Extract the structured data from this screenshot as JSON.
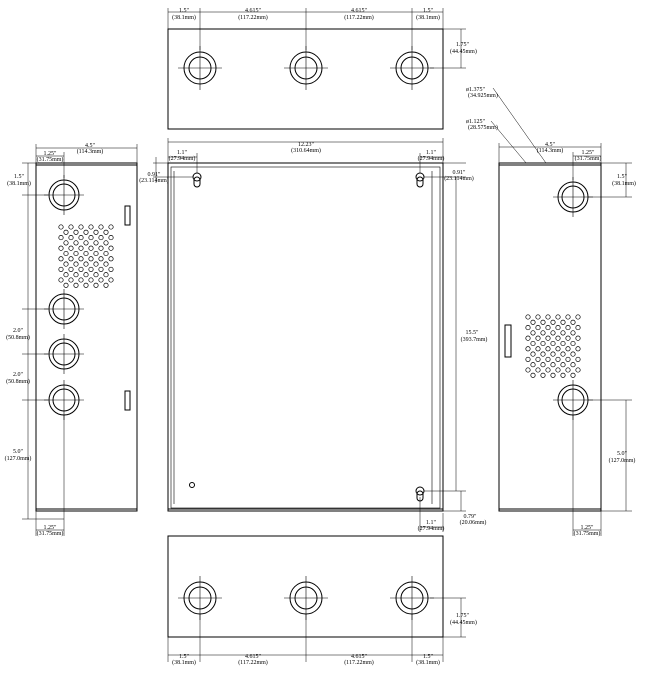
{
  "dimensions": {
    "top_1_5_a": "1.5\"",
    "top_1_5_a_mm": "(38.1mm)",
    "top_4615_a": "4.615\"",
    "top_4615_a_mm": "(117.22mm)",
    "top_4615_b": "4.615\"",
    "top_4615_b_mm": "(117.22mm)",
    "top_1_5_b": "1.5\"",
    "top_1_5_b_mm": "(38.1mm)",
    "top_175": "1.75\"",
    "top_175_mm": "(44.45mm)",
    "ko_large": "1.375\"",
    "ko_large_mm": "(34.925mm)",
    "ko_small": "1.125\"",
    "ko_small_mm": "(28.575mm)",
    "left_width": "4.5\"",
    "left_width_mm": "(114.3mm)",
    "left_125_top": "1.25\"",
    "left_125_top_mm": "(31.75mm)",
    "left_15": "1.5\"",
    "left_15_mm": "(38.1mm)",
    "left_20_a": "2.0\"",
    "left_20_a_mm": "(50.8mm)",
    "left_20_b": "2.0\"",
    "left_20_b_mm": "(50.8mm)",
    "left_50": "5.0\"",
    "left_50_mm": "(127.0mm)",
    "left_125_bot": "1.25\"",
    "left_125_bot_mm": "(31.75mm)",
    "front_width": "12.23\"",
    "front_width_mm": "(310.64mm)",
    "front_11_left": "1.1\"",
    "front_11_left_mm": "(27.94mm)",
    "front_11_right": "1.1\"",
    "front_11_right_mm": "(27.94mm)",
    "front_091_left": "0.91\"",
    "front_091_left_mm": "(23.114mm)",
    "front_091_right": "0.91\"",
    "front_091_right_mm": "(23.114mm)",
    "front_height": "15.5\"",
    "front_height_mm": "(393.7mm)",
    "front_11_bot": "1.1\"",
    "front_11_bot_mm": "(27.94mm)",
    "front_079": "0.79\"",
    "front_079_mm": "(20.06mm)",
    "right_width": "4.5\"",
    "right_width_mm": "(114.3mm)",
    "right_125_top": "1.25\"",
    "right_125_top_mm": "(31.75mm)",
    "right_15": "1.5\"",
    "right_15_mm": "(38.1mm)",
    "right_50": "5.0\"",
    "right_50_mm": "(127.0mm)",
    "right_125_bot": "1.25\"",
    "right_125_bot_mm": "(31.75mm)",
    "bot_175": "1.75\"",
    "bot_175_mm": "(44.45mm)",
    "bot_1_5_a": "1.5\"",
    "bot_1_5_a_mm": "(38.1mm)",
    "bot_4615_a": "4.615\"",
    "bot_4615_a_mm": "(117.22mm)",
    "bot_4615_b": "4.615\"",
    "bot_4615_b_mm": "(117.22mm)",
    "bot_1_5_b": "1.5\"",
    "bot_1_5_b_mm": "(38.1mm)"
  }
}
